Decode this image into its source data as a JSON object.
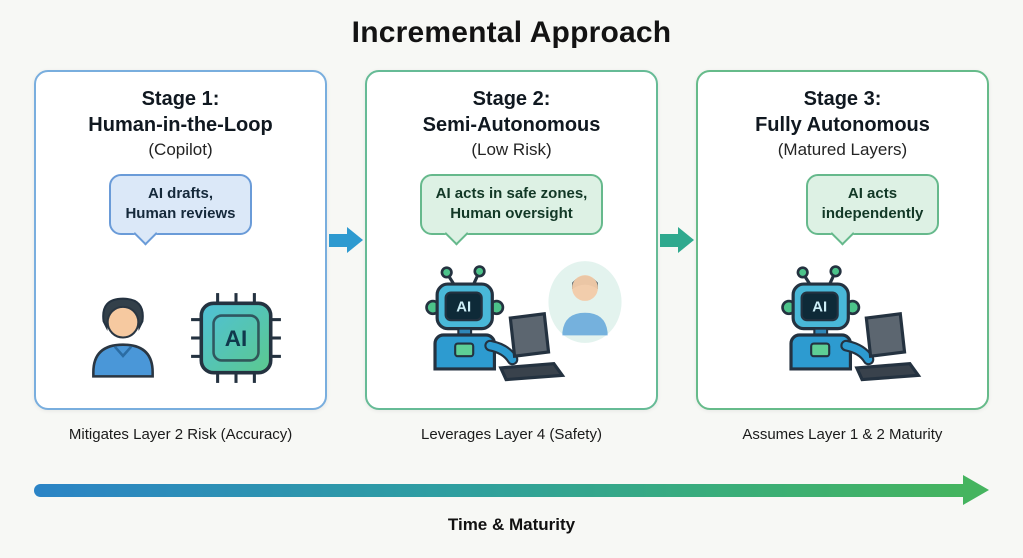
{
  "title": "Incremental Approach",
  "stages": [
    {
      "heading1": "Stage 1:",
      "heading2": "Human-in-the-Loop",
      "heading3": "(Copilot)",
      "bubble_line1": "AI drafts,",
      "bubble_line2": "Human reviews",
      "caption": "Mitigates Layer 2 Risk (Accuracy)"
    },
    {
      "heading1": "Stage 2:",
      "heading2": "Semi-Autonomous",
      "heading3": "(Low Risk)",
      "bubble_line1": "AI acts in safe zones,",
      "bubble_line2": "Human oversight",
      "caption": "Leverages Layer 4 (Safety)"
    },
    {
      "heading1": "Stage 3:",
      "heading2": "Fully Autonomous",
      "heading3": "(Matured Layers)",
      "bubble_line1": "AI acts",
      "bubble_line2": "independently",
      "caption": "Assumes Layer 1 & 2 Maturity"
    }
  ],
  "icons": {
    "chip_label": "AI",
    "robot_face_label": "AI"
  },
  "timeline_label": "Time & Maturity",
  "colors": {
    "stage1_accent": "#79aede",
    "stage2_accent": "#66bb96",
    "stage3_accent": "#66bb8a",
    "arrow_stage1_to_2": "#2e9ad0",
    "arrow_stage2_to_3": "#2fa98e",
    "timeline_start": "#2b84c6",
    "timeline_end": "#45b45f",
    "bubble_blue_bg": "#dbe8f8",
    "bubble_green_bg": "#ddf1e4"
  }
}
